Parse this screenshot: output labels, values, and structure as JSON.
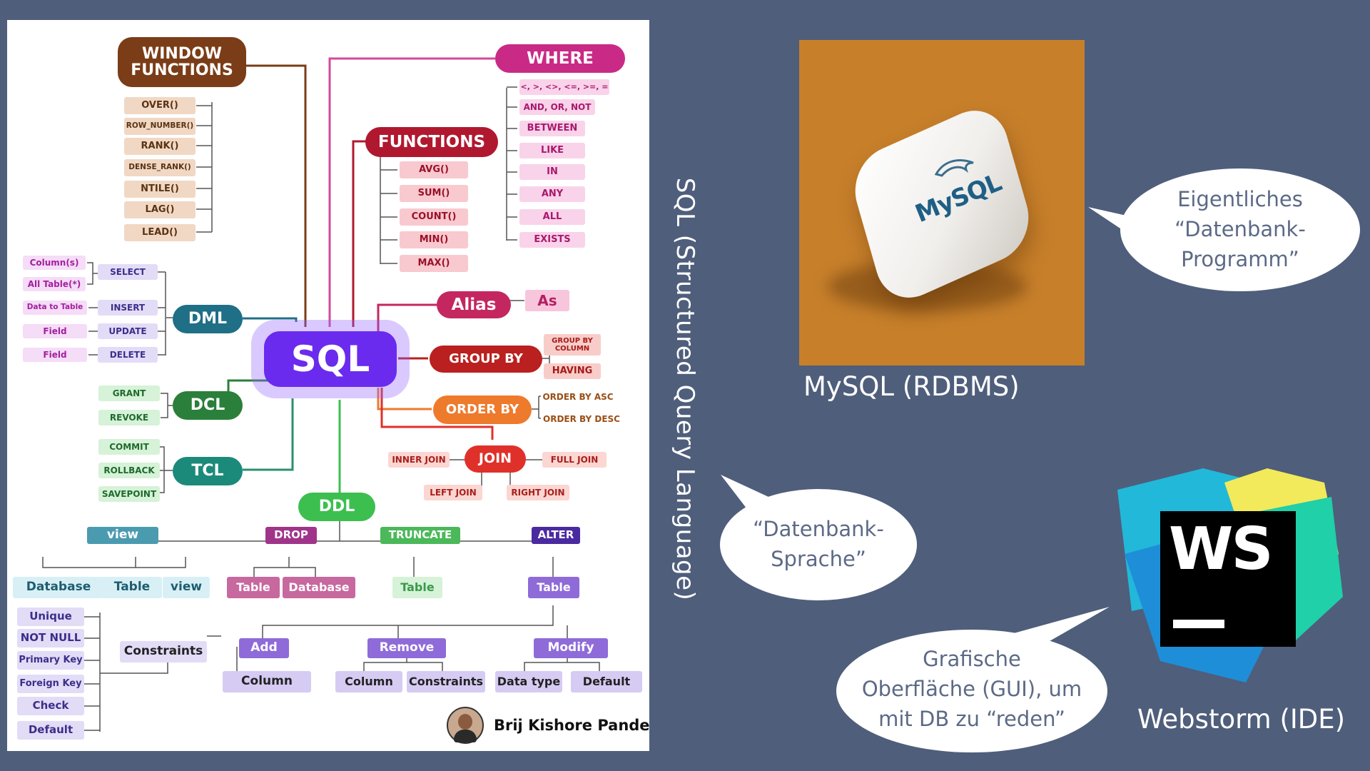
{
  "colors": {
    "background": "#4f5e7b",
    "mysql_bg": "#c77f2a",
    "sql_purple": "#6a2bee",
    "window_brown": "#7a3d17",
    "where_magenta": "#c92a86",
    "functions_red": "#b0182f",
    "alias_pink": "#c42760",
    "groupby_red": "#b9201f",
    "orderby_orange": "#ee7a2c",
    "join_red": "#e0302a",
    "dml_teal": "#1f6f86",
    "dcl_green": "#2a7f3a",
    "tcl_teal": "#1c8a7a",
    "ddl_green": "#3cbf4f",
    "ddl_view": "#4b9bb0",
    "ddl_drop": "#a0348a",
    "ddl_truncate": "#4bb85a",
    "ddl_alter": "#4a2aa0"
  },
  "mindmap": {
    "center": "SQL",
    "window": {
      "title": "WINDOW FUNCTIONS",
      "items": [
        "OVER()",
        "ROW_NUMBER()",
        "RANK()",
        "DENSE_RANK()",
        "NTILE()",
        "LAG()",
        "LEAD()"
      ]
    },
    "where": {
      "title": "WHERE",
      "items": [
        "<, >, <>, <=, >=, =",
        "AND, OR, NOT",
        "BETWEEN",
        "LIKE",
        "IN",
        "ANY",
        "ALL",
        "EXISTS"
      ]
    },
    "functions": {
      "title": "FUNCTIONS",
      "items": [
        "AVG()",
        "SUM()",
        "COUNT()",
        "MIN()",
        "MAX()"
      ]
    },
    "alias": {
      "title": "Alias",
      "item": "As"
    },
    "group_by": {
      "title": "GROUP BY",
      "items": [
        "GROUP BY COLUMN",
        "HAVING"
      ]
    },
    "order_by": {
      "title": "ORDER BY",
      "items": [
        "ORDER BY ASC",
        "ORDER BY DESC"
      ]
    },
    "join": {
      "title": "JOIN",
      "items": [
        "INNER JOIN",
        "FULL JOIN",
        "LEFT JOIN",
        "RIGHT JOIN"
      ]
    },
    "dml": {
      "title": "DML",
      "items": [
        "SELECT",
        "INSERT",
        "UPDATE",
        "DELETE"
      ],
      "select_sub": [
        "Column(s)",
        "All Table(*)"
      ],
      "insert_sub": "Data to Table",
      "update_sub": "Field",
      "delete_sub": "Field"
    },
    "dcl": {
      "title": "DCL",
      "items": [
        "GRANT",
        "REVOKE"
      ]
    },
    "tcl": {
      "title": "TCL",
      "items": [
        "COMMIT",
        "ROLLBACK",
        "SAVEPOINT"
      ]
    },
    "ddl": {
      "title": "DDL",
      "view": {
        "title": "view",
        "items": [
          "Database",
          "Table",
          "view"
        ]
      },
      "drop": {
        "title": "DROP",
        "items": [
          "Table",
          "Database"
        ]
      },
      "truncate": {
        "title": "TRUNCATE",
        "items": [
          "Table"
        ]
      },
      "alter": {
        "title": "ALTER",
        "items": [
          "Table"
        ]
      },
      "constraints": {
        "title": "Constraints",
        "items": [
          "Unique",
          "NOT NULL",
          "Primary Key",
          "Foreign Key",
          "Check",
          "Default"
        ]
      },
      "add": {
        "title": "Add",
        "items": [
          "Column"
        ]
      },
      "remove": {
        "title": "Remove",
        "items": [
          "Column",
          "Constraints"
        ]
      },
      "modify": {
        "title": "Modify",
        "items": [
          "Data type",
          "Default"
        ]
      }
    },
    "author": "Brij Kishore Pandey"
  },
  "vertical_title": "SQL (Structured Query Language)",
  "mysql": {
    "logo_text": "MySQL",
    "caption": "MySQL (RDBMS)"
  },
  "webstorm": {
    "logo_text": "WS",
    "caption": "Webstorm (IDE)"
  },
  "bubbles": {
    "mysql_lines": [
      "Eigentliches",
      "“Datenbank-",
      "Programm”"
    ],
    "sql_lines": [
      "“Datenbank-",
      "Sprache”"
    ],
    "ide_lines": [
      "Grafische",
      "Oberfläche (GUI), um",
      "mit DB zu “reden”"
    ]
  }
}
